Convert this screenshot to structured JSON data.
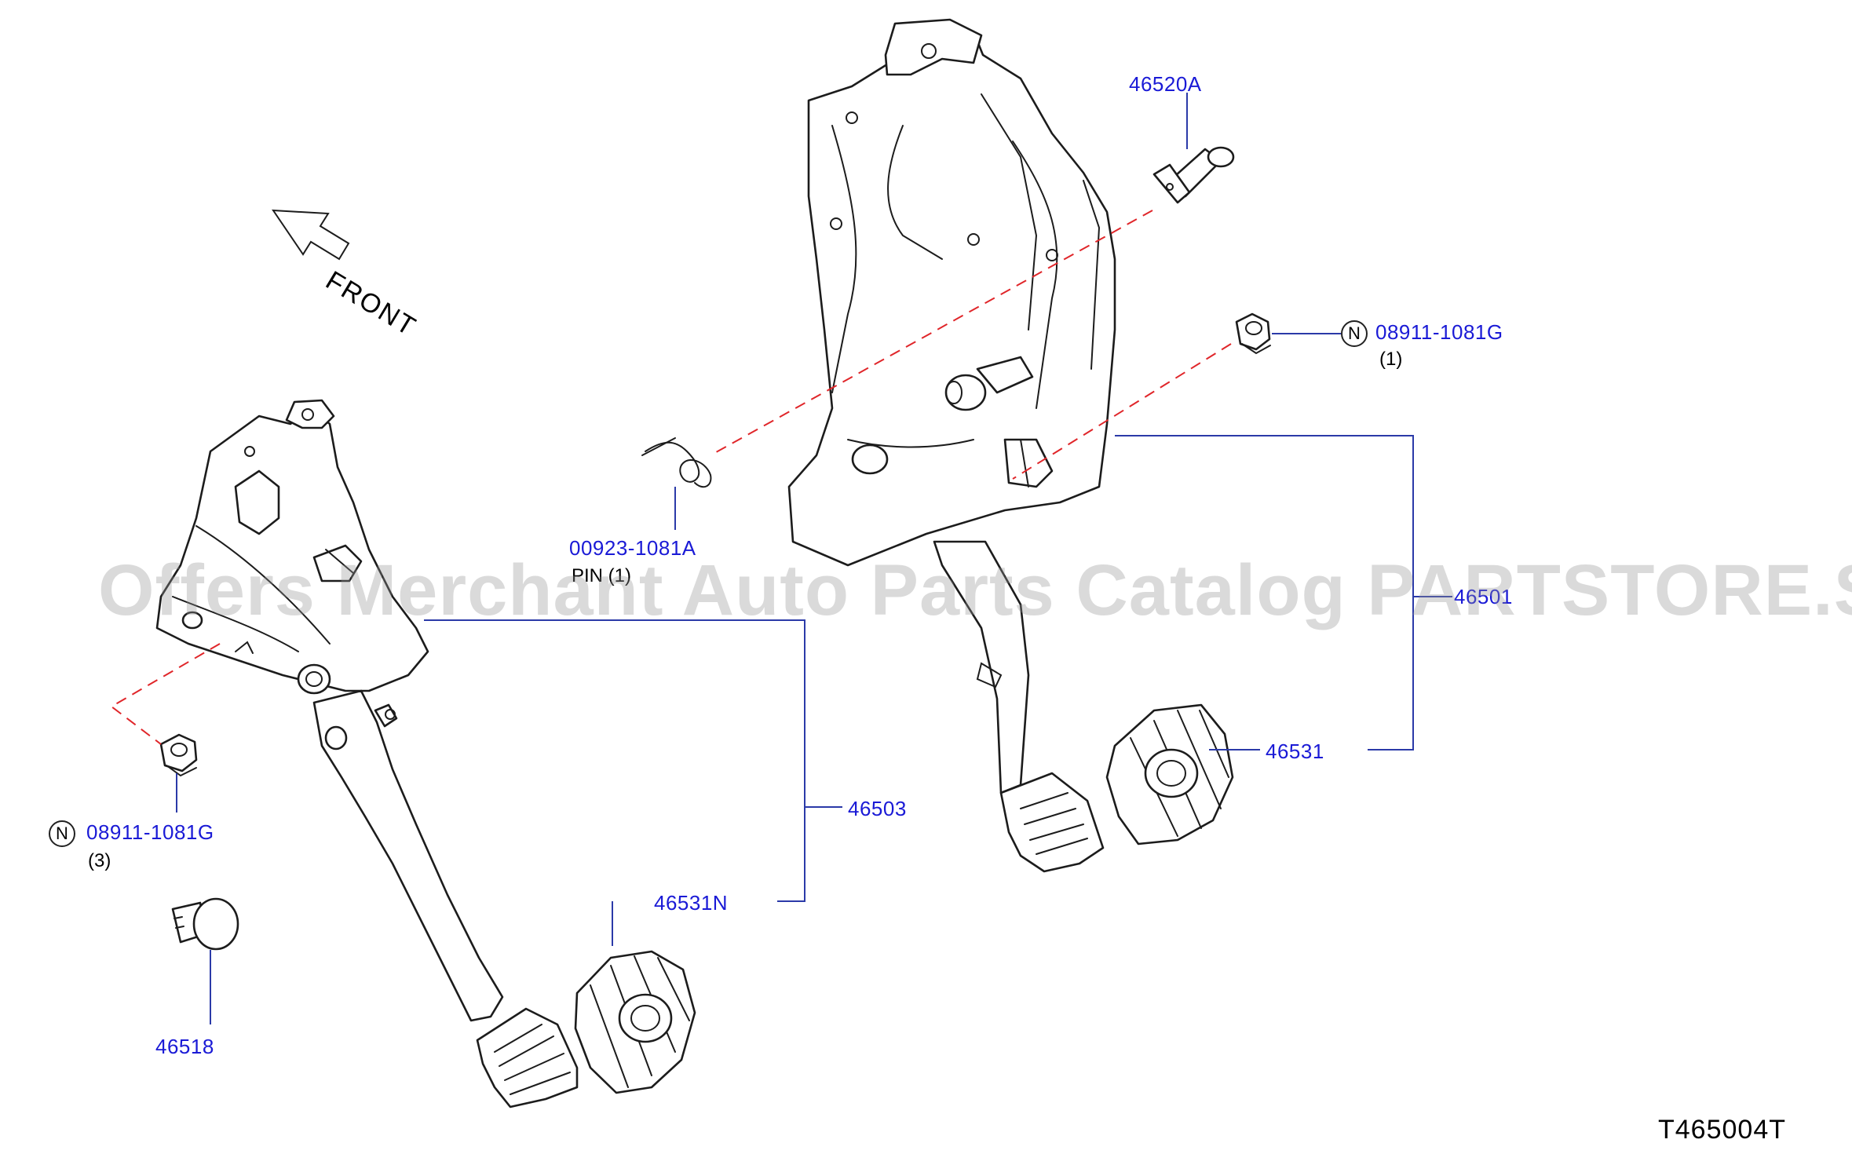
{
  "diagram": {
    "front_label": "FRONT",
    "diagram_code": "T465004T",
    "watermark": "Offers Merchant Auto Parts Catalog PARTSTORE.SA",
    "labels": {
      "p46520A": "46520A",
      "p08911_right": "08911-1081G",
      "p08911_right_qty": "(1)",
      "p00923": "00923-1081A",
      "p00923_name": "PIN (1)",
      "p46501": "46501",
      "p46531": "46531",
      "p08911_left": "08911-1081G",
      "p08911_left_qty": "(3)",
      "p46503": "46503",
      "p46531N": "46531N",
      "p46518": "46518"
    },
    "n_badge": "N",
    "colors": {
      "label": "#1a1ad6",
      "leader": "#2b3aa8",
      "centerline": "#e0262a",
      "ink": "#1c1c1c"
    }
  }
}
